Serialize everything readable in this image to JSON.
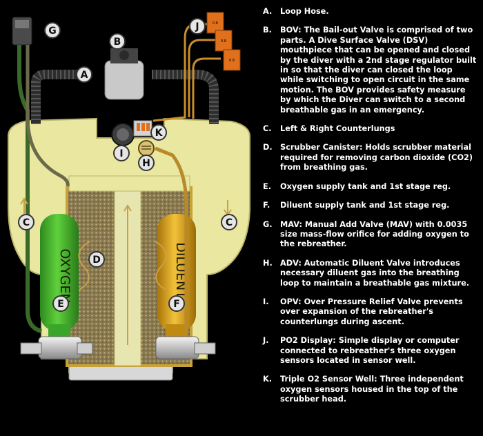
{
  "diagram": {
    "oxygen_tank_label": "OXYGEN",
    "diluent_tank_label": "DILUENT",
    "display_readouts": [
      "0.8",
      "0.8",
      "0.8"
    ],
    "callouts": {
      "A": "A",
      "B": "B",
      "C": "C",
      "D": "D",
      "E": "E",
      "F": "F",
      "G": "G",
      "H": "H",
      "I": "I",
      "J": "J",
      "K": "K"
    }
  },
  "legend": [
    {
      "letter": "A.",
      "text": "Loop Hose."
    },
    {
      "letter": "B.",
      "text": "BOV: The Bail-out Valve is comprised of two parts. A Dive Surface Valve (DSV) mouthpiece that can be opened and closed by the diver with a 2nd stage regulator built in so that the diver can closed the loop while switching to open circuit in the same motion. The BOV provides safety measure by which the Diver can switch to a second breathable gas in an emergency."
    },
    {
      "letter": "C.",
      "text": "Left & Right Counterlungs"
    },
    {
      "letter": "D.",
      "text": "Scrubber Canister: Holds scrubber material required for removing carbon dioxide (CO2) from breathing gas."
    },
    {
      "letter": "E.",
      "text": "Oxygen supply tank and 1st stage reg."
    },
    {
      "letter": "F.",
      "text": "Diluent supply tank and 1st stage reg."
    },
    {
      "letter": "G.",
      "text": "MAV: Manual Add Valve (MAV) with 0.0035 size mass-flow orifice for adding oxygen to the rebreather."
    },
    {
      "letter": "H.",
      "text": "ADV: Automatic Diluent Valve introduces necessary diluent gas into the breathing loop to maintain a breathable gas mixture."
    },
    {
      "letter": "I.",
      "text": "OPV: Over Pressure Relief Valve prevents over expansion of the rebreather's counterlungs during ascent."
    },
    {
      "letter": "J.",
      "text": "PO2 Display: Simple display or computer connected to rebreather's three oxygen sensors located in sensor well."
    },
    {
      "letter": "K.",
      "text": "Triple O2 Sensor Well: Three independent oxygen sensors housed in the top of the scrubber head."
    }
  ],
  "colors": {
    "background": "#000000",
    "counterlung": "#e9e7a0",
    "oxygen_tank": "#3fb32c",
    "diluent_tank": "#e0a816",
    "hose": "#2b2b2b",
    "gas_line": "#3a6a2a",
    "flow_arrow": "#c9a04a",
    "callout_fill": "#e6e6e6",
    "display_tag": "#e0701c"
  }
}
